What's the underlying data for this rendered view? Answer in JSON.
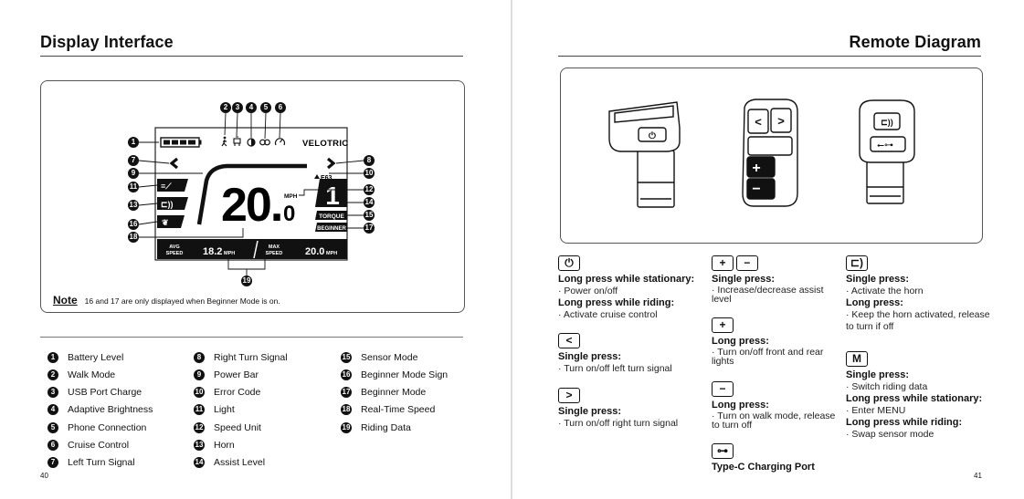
{
  "left_page": {
    "title": "Display Interface",
    "page_number": "40",
    "display": {
      "brand": "VELOTRIC",
      "speed_integer": "20.",
      "speed_decimal": "0",
      "speed_unit": "MPH",
      "error_code": "E63",
      "assist_level": "1",
      "mode_torque": "TORQUE",
      "mode_beginner": "BEGINNER",
      "avg_label_1": "AVG",
      "avg_label_2": "SPEED",
      "avg_value": "18.2",
      "avg_unit": "MPH",
      "max_label_1": "MAX",
      "max_label_2": "SPEED",
      "max_value": "20.0",
      "max_unit": "MPH",
      "battery_level_fraction": 1.0
    },
    "callouts": [
      "1",
      "2",
      "3",
      "4",
      "5",
      "6",
      "7",
      "8",
      "9",
      "10",
      "11",
      "12",
      "13",
      "14",
      "15",
      "16",
      "17",
      "18",
      "19"
    ],
    "note_label": "Note",
    "note_text": "16 and 17 are only displayed when Beginner Mode is on.",
    "legend": [
      {
        "n": "1",
        "label": "Battery Level"
      },
      {
        "n": "2",
        "label": "Walk Mode"
      },
      {
        "n": "3",
        "label": "USB Port Charge"
      },
      {
        "n": "4",
        "label": "Adaptive Brightness"
      },
      {
        "n": "5",
        "label": "Phone Connection"
      },
      {
        "n": "6",
        "label": "Cruise Control"
      },
      {
        "n": "7",
        "label": "Left Turn Signal"
      },
      {
        "n": "8",
        "label": "Right Turn Signal"
      },
      {
        "n": "9",
        "label": "Power Bar"
      },
      {
        "n": "10",
        "label": "Error Code"
      },
      {
        "n": "11",
        "label": "Light"
      },
      {
        "n": "12",
        "label": "Speed Unit"
      },
      {
        "n": "13",
        "label": "Horn"
      },
      {
        "n": "14",
        "label": "Assist Level"
      },
      {
        "n": "15",
        "label": "Sensor Mode"
      },
      {
        "n": "16",
        "label": "Beginner Mode Sign"
      },
      {
        "n": "17",
        "label": "Beginner Mode"
      },
      {
        "n": "18",
        "label": "Real-Time Speed"
      },
      {
        "n": "19",
        "label": "Riding Data"
      }
    ]
  },
  "right_page": {
    "title": "Remote Diagram",
    "page_number": "41",
    "col1": {
      "power_head1": "Long press while stationary:",
      "power_text1": "· Power on/off",
      "power_head2": "Long press while riding:",
      "power_text2": "· Activate cruise control",
      "left_head": "Single press:",
      "left_text": "· Turn on/off left turn signal",
      "right_head": "Single press:",
      "right_text": "· Turn on/off right turn signal"
    },
    "col2": {
      "pm_head": "Single press:",
      "pm_text": "· Increase/decrease assist level",
      "plus_head": "Long press:",
      "plus_text": "· Turn on/off front and rear lights",
      "minus_head": "Long press:",
      "minus_text": "· Turn on walk mode, release to turn off",
      "usb_head": "Type-C Charging Port"
    },
    "col3": {
      "horn_head1": "Single press:",
      "horn_text1": "· Activate the horn",
      "horn_head2": "Long press:",
      "horn_text2": "· Keep the horn activated, release to turn if off",
      "m_key": "M",
      "m_head1": "Single press:",
      "m_text1": "· Switch riding data",
      "m_head2": "Long press while stationary:",
      "m_text2": "· Enter MENU",
      "m_head3": "Long press while riding:",
      "m_text3": "· Swap sensor mode"
    },
    "keys": {
      "plus": "+",
      "minus": "−",
      "left": "<",
      "right": ">"
    }
  }
}
